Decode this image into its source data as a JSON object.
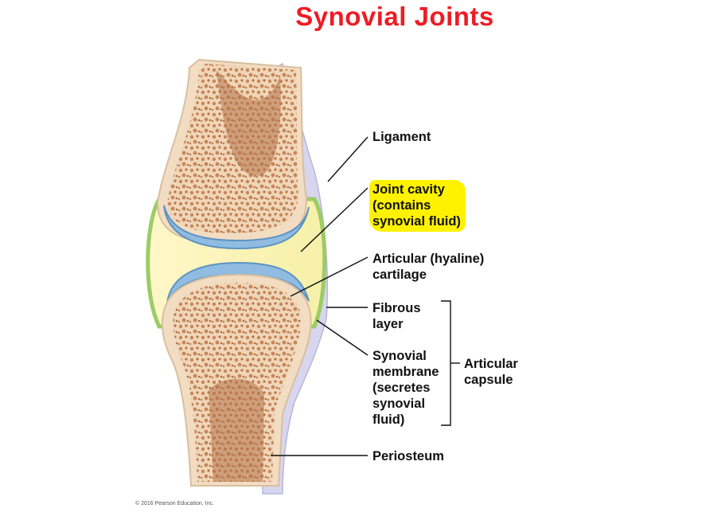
{
  "title": "Synovial Joints",
  "labels": {
    "ligament": "Ligament",
    "joint_cavity": "Joint cavity\n(contains\nsynovial fluid)",
    "articular_cartilage": "Articular (hyaline)\ncartilage",
    "fibrous_layer": "Fibrous\nlayer",
    "synovial_membrane": "Synovial\nmembrane\n(secretes\nsynovial\nfluid)",
    "articular_capsule": "Articular\ncapsule",
    "periosteum": "Periosteum"
  },
  "copyright": "© 2016 Pearson Education, Inc.",
  "colors": {
    "title": "#ee1c25",
    "highlight": "#fff200",
    "bone": "#f2dcc2",
    "spongy_bone": "#c98a5e",
    "cartilage": "#7fb0d8",
    "synovial_membrane": "#9ccc65",
    "ligament": "#c8c6e6"
  }
}
